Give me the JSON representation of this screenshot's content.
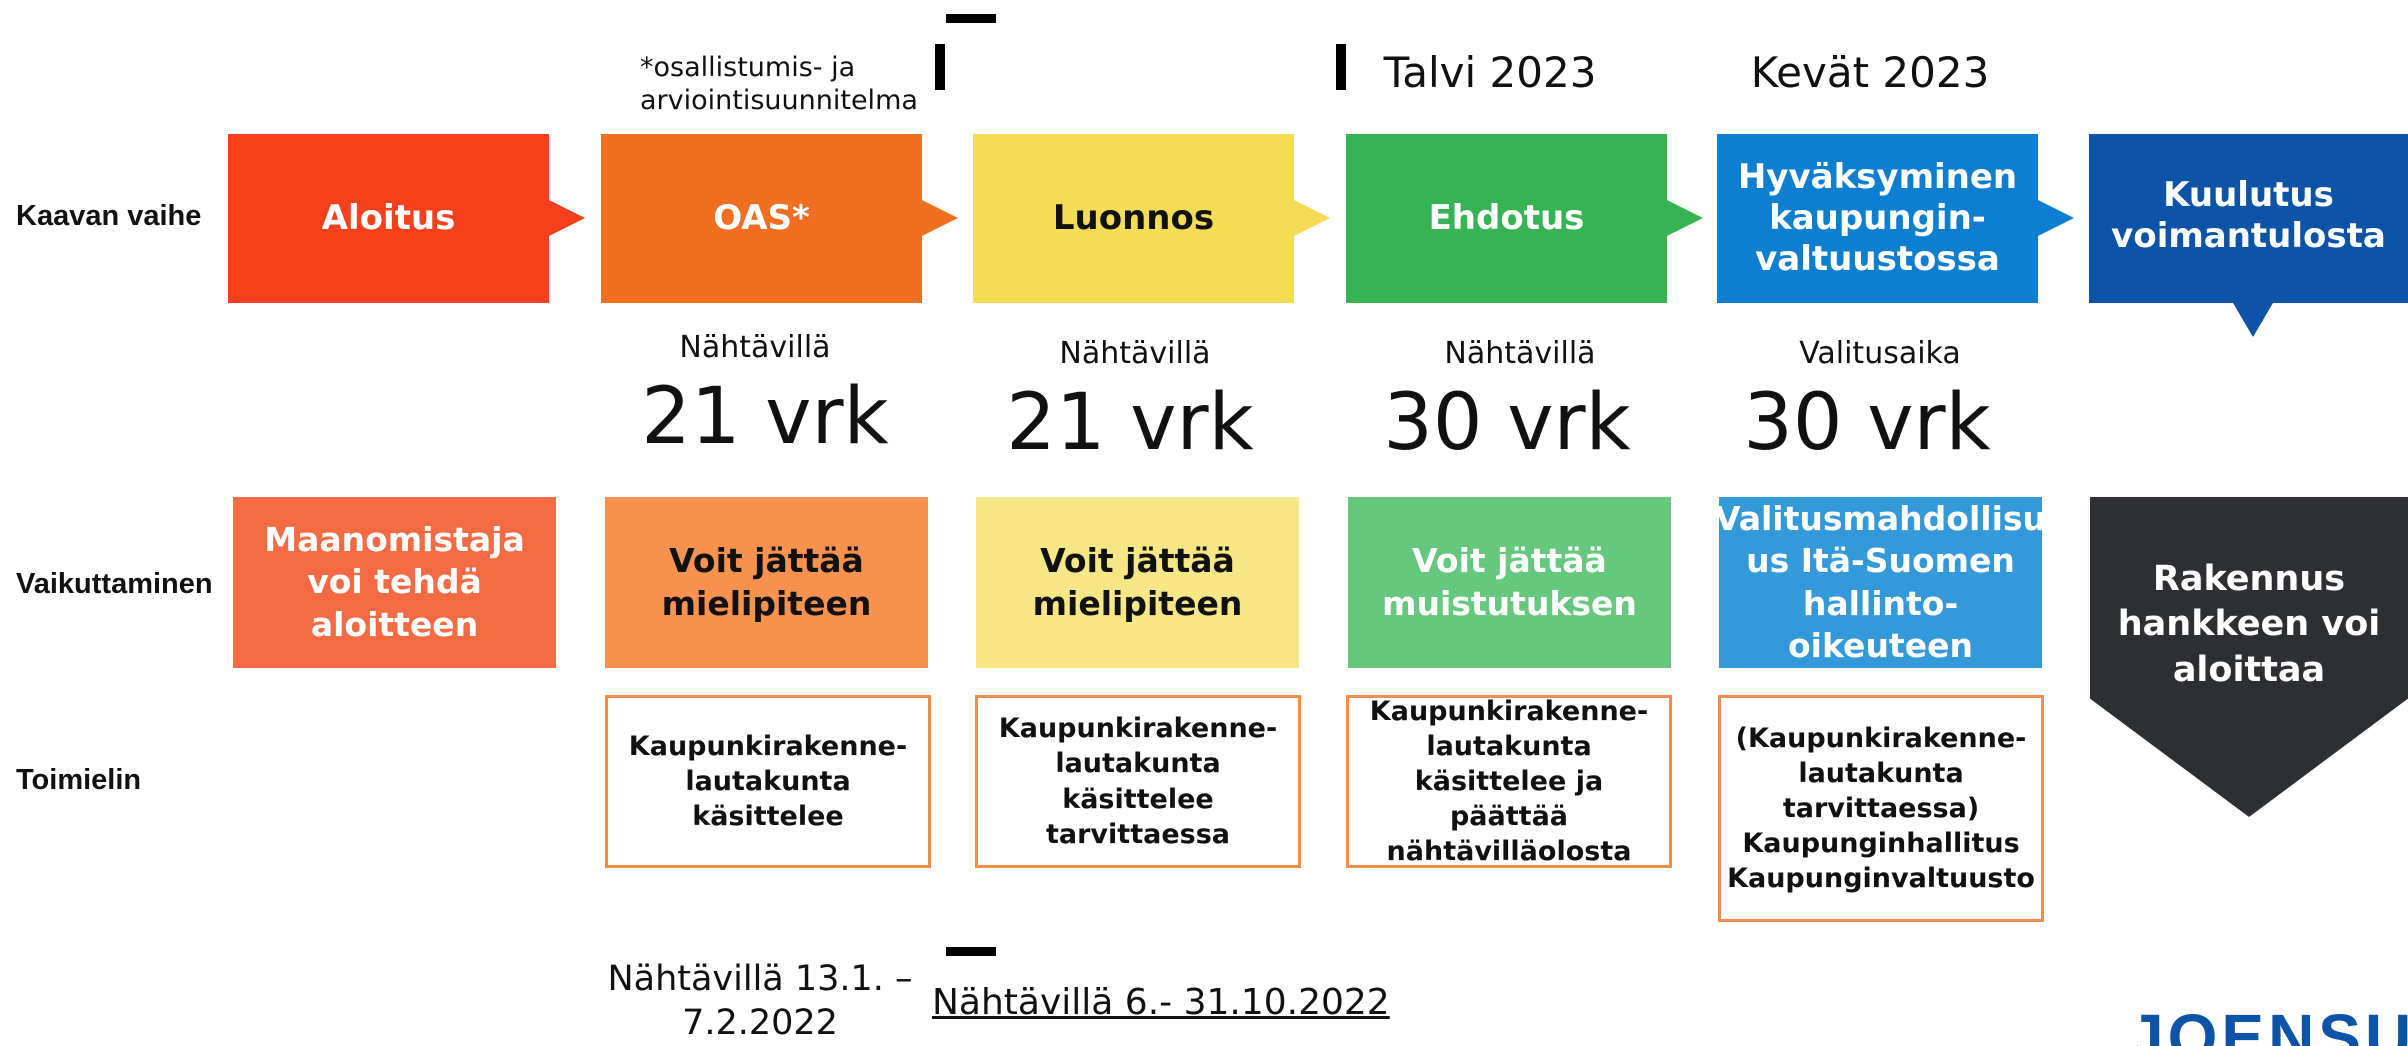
{
  "rows": {
    "stage_label": "Kaavan vaihe",
    "influence_label": "Vaikuttaminen",
    "body_label": "Toimielin"
  },
  "oas_note": "*osallistumis- ja arviointisuunnitelma",
  "seasons": {
    "winter": "Talvi 2023",
    "spring": "Kevät 2023"
  },
  "stages": [
    "Aloitus",
    "OAS*",
    "Luonnos",
    "Ehdotus",
    "Hyväksyminen kaupungin-valtuustossa",
    "Kuulutus voimantulosta"
  ],
  "periods": [
    {
      "label": "Nähtävillä",
      "value": "21 vrk"
    },
    {
      "label": "Nähtävillä",
      "value": "21 vrk"
    },
    {
      "label": "Nähtävillä",
      "value": "30 vrk"
    },
    {
      "label": "Valitusaika",
      "value": "30 vrk"
    }
  ],
  "influence": [
    "Maanomistaja voi tehdä aloitteen",
    "Voit jättää mielipiteen",
    "Voit jättää mielipiteen",
    "Voit jättää muistutuksen",
    "Valitusmahdollisu us Itä-Suomen hallinto-oikeuteen",
    "Rakennus hankkeen voi aloittaa"
  ],
  "bodies": [
    "Kaupunkirakenne-lautakunta käsittelee",
    "Kaupunkirakenne-lautakunta käsittelee tarvittaessa",
    "Kaupunkirakenne-lautakunta käsittelee ja päättää nähtävilläolosta",
    "(Kaupunkirakenne-lautakunta tarvittaessa) Kaupunginhallitus Kaupunginvaltuusto"
  ],
  "bottom": {
    "oas_dates": "Nähtävillä 13.1. – 7.2.2022",
    "luonnos_dates": "Nähtävillä 6.- 31.10.2022"
  },
  "logo_text": "JOENSUU",
  "colors": {
    "aloitus": "#f4401d",
    "oas": "#f26f22",
    "luonnos": "#f5dc55",
    "ehdotus": "#36b353",
    "hyvaksyminen": "#0e7fd0",
    "kuulutus": "#0d53a8",
    "dark": "#2d2f33"
  }
}
